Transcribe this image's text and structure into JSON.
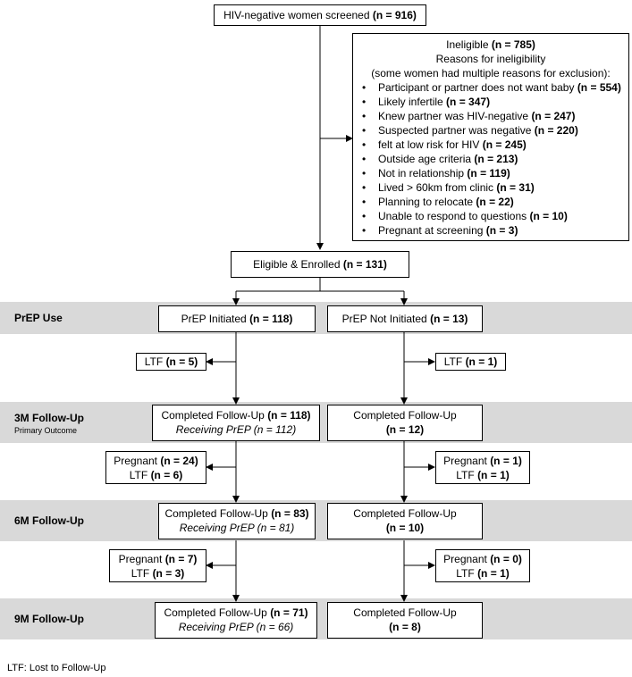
{
  "screened": {
    "label": "HIV-negative women screened",
    "n": "(n = 916)"
  },
  "ineligible": {
    "title_label": "Ineligible",
    "title_n": "(n = 785)",
    "subtitle": "Reasons for ineligibility",
    "note": "(some women had multiple reasons for exclusion):",
    "reasons": [
      {
        "label": "Participant or partner does not want baby",
        "n": "(n = 554)"
      },
      {
        "label": "Likely infertile",
        "n": "(n = 347)"
      },
      {
        "label": "Knew partner was HIV-negative",
        "n": "(n = 247)"
      },
      {
        "label": "Suspected partner was negative",
        "n": "(n = 220)"
      },
      {
        "label": "felt at low risk for HIV",
        "n": "(n = 245)"
      },
      {
        "label": "Outside age criteria",
        "n": "(n = 213)"
      },
      {
        "label": "Not in relationship",
        "n": "(n = 119)"
      },
      {
        "label": "Lived > 60km from clinic",
        "n": "(n = 31)"
      },
      {
        "label": "Planning to relocate",
        "n": "(n = 22)"
      },
      {
        "label": "Unable to respond to questions",
        "n": "(n = 10)"
      },
      {
        "label": "Pregnant at screening",
        "n": "(n = 3)"
      }
    ]
  },
  "enrolled": {
    "label": "Eligible & Enrolled",
    "n": "(n = 131)"
  },
  "stages": {
    "prep_use": "PrEP Use",
    "m3": "3M Follow-Up",
    "m3_sub": "Primary Outcome",
    "m6": "6M Follow-Up",
    "m9": "9M Follow-Up"
  },
  "initiated": {
    "label": "PrEP Initiated",
    "n": "(n = 118)"
  },
  "not_initiated": {
    "label": "PrEP Not Initiated",
    "n": "(n = 13)"
  },
  "ltf_left_1": {
    "label": "LTF",
    "n": "(n = 5)"
  },
  "ltf_right_1": {
    "label": "LTF",
    "n": "(n = 1)"
  },
  "left_3m": {
    "label": "Completed Follow-Up",
    "n": "(n = 118)",
    "receiving": "Receiving PrEP (n = 112)"
  },
  "right_3m": {
    "label": "Completed Follow-Up",
    "n": "(n = 12)"
  },
  "left_loss_2": {
    "pregnant_label": "Pregnant",
    "pregnant_n": "(n = 24)",
    "ltf_label": "LTF",
    "ltf_n": "(n = 6)"
  },
  "right_loss_2": {
    "pregnant_label": "Pregnant",
    "pregnant_n": "(n = 1)",
    "ltf_label": "LTF",
    "ltf_n": "(n = 1)"
  },
  "left_6m": {
    "label": "Completed Follow-Up",
    "n": "(n = 83)",
    "receiving": "Receiving PrEP (n = 81)"
  },
  "right_6m": {
    "label": "Completed Follow-Up",
    "n": "(n = 10)"
  },
  "left_loss_3": {
    "pregnant_label": "Pregnant",
    "pregnant_n": "(n = 7)",
    "ltf_label": "LTF",
    "ltf_n": "(n = 3)"
  },
  "right_loss_3": {
    "pregnant_label": "Pregnant",
    "pregnant_n": "(n = 0)",
    "ltf_label": "LTF",
    "ltf_n": "(n = 1)"
  },
  "left_9m": {
    "label": "Completed Follow-Up",
    "n": "(n = 71)",
    "receiving": "Receiving PrEP (n = 66)"
  },
  "right_9m": {
    "label": "Completed Follow-Up",
    "n": "(n = 8)"
  },
  "footnote": "LTF: Lost to Follow-Up"
}
